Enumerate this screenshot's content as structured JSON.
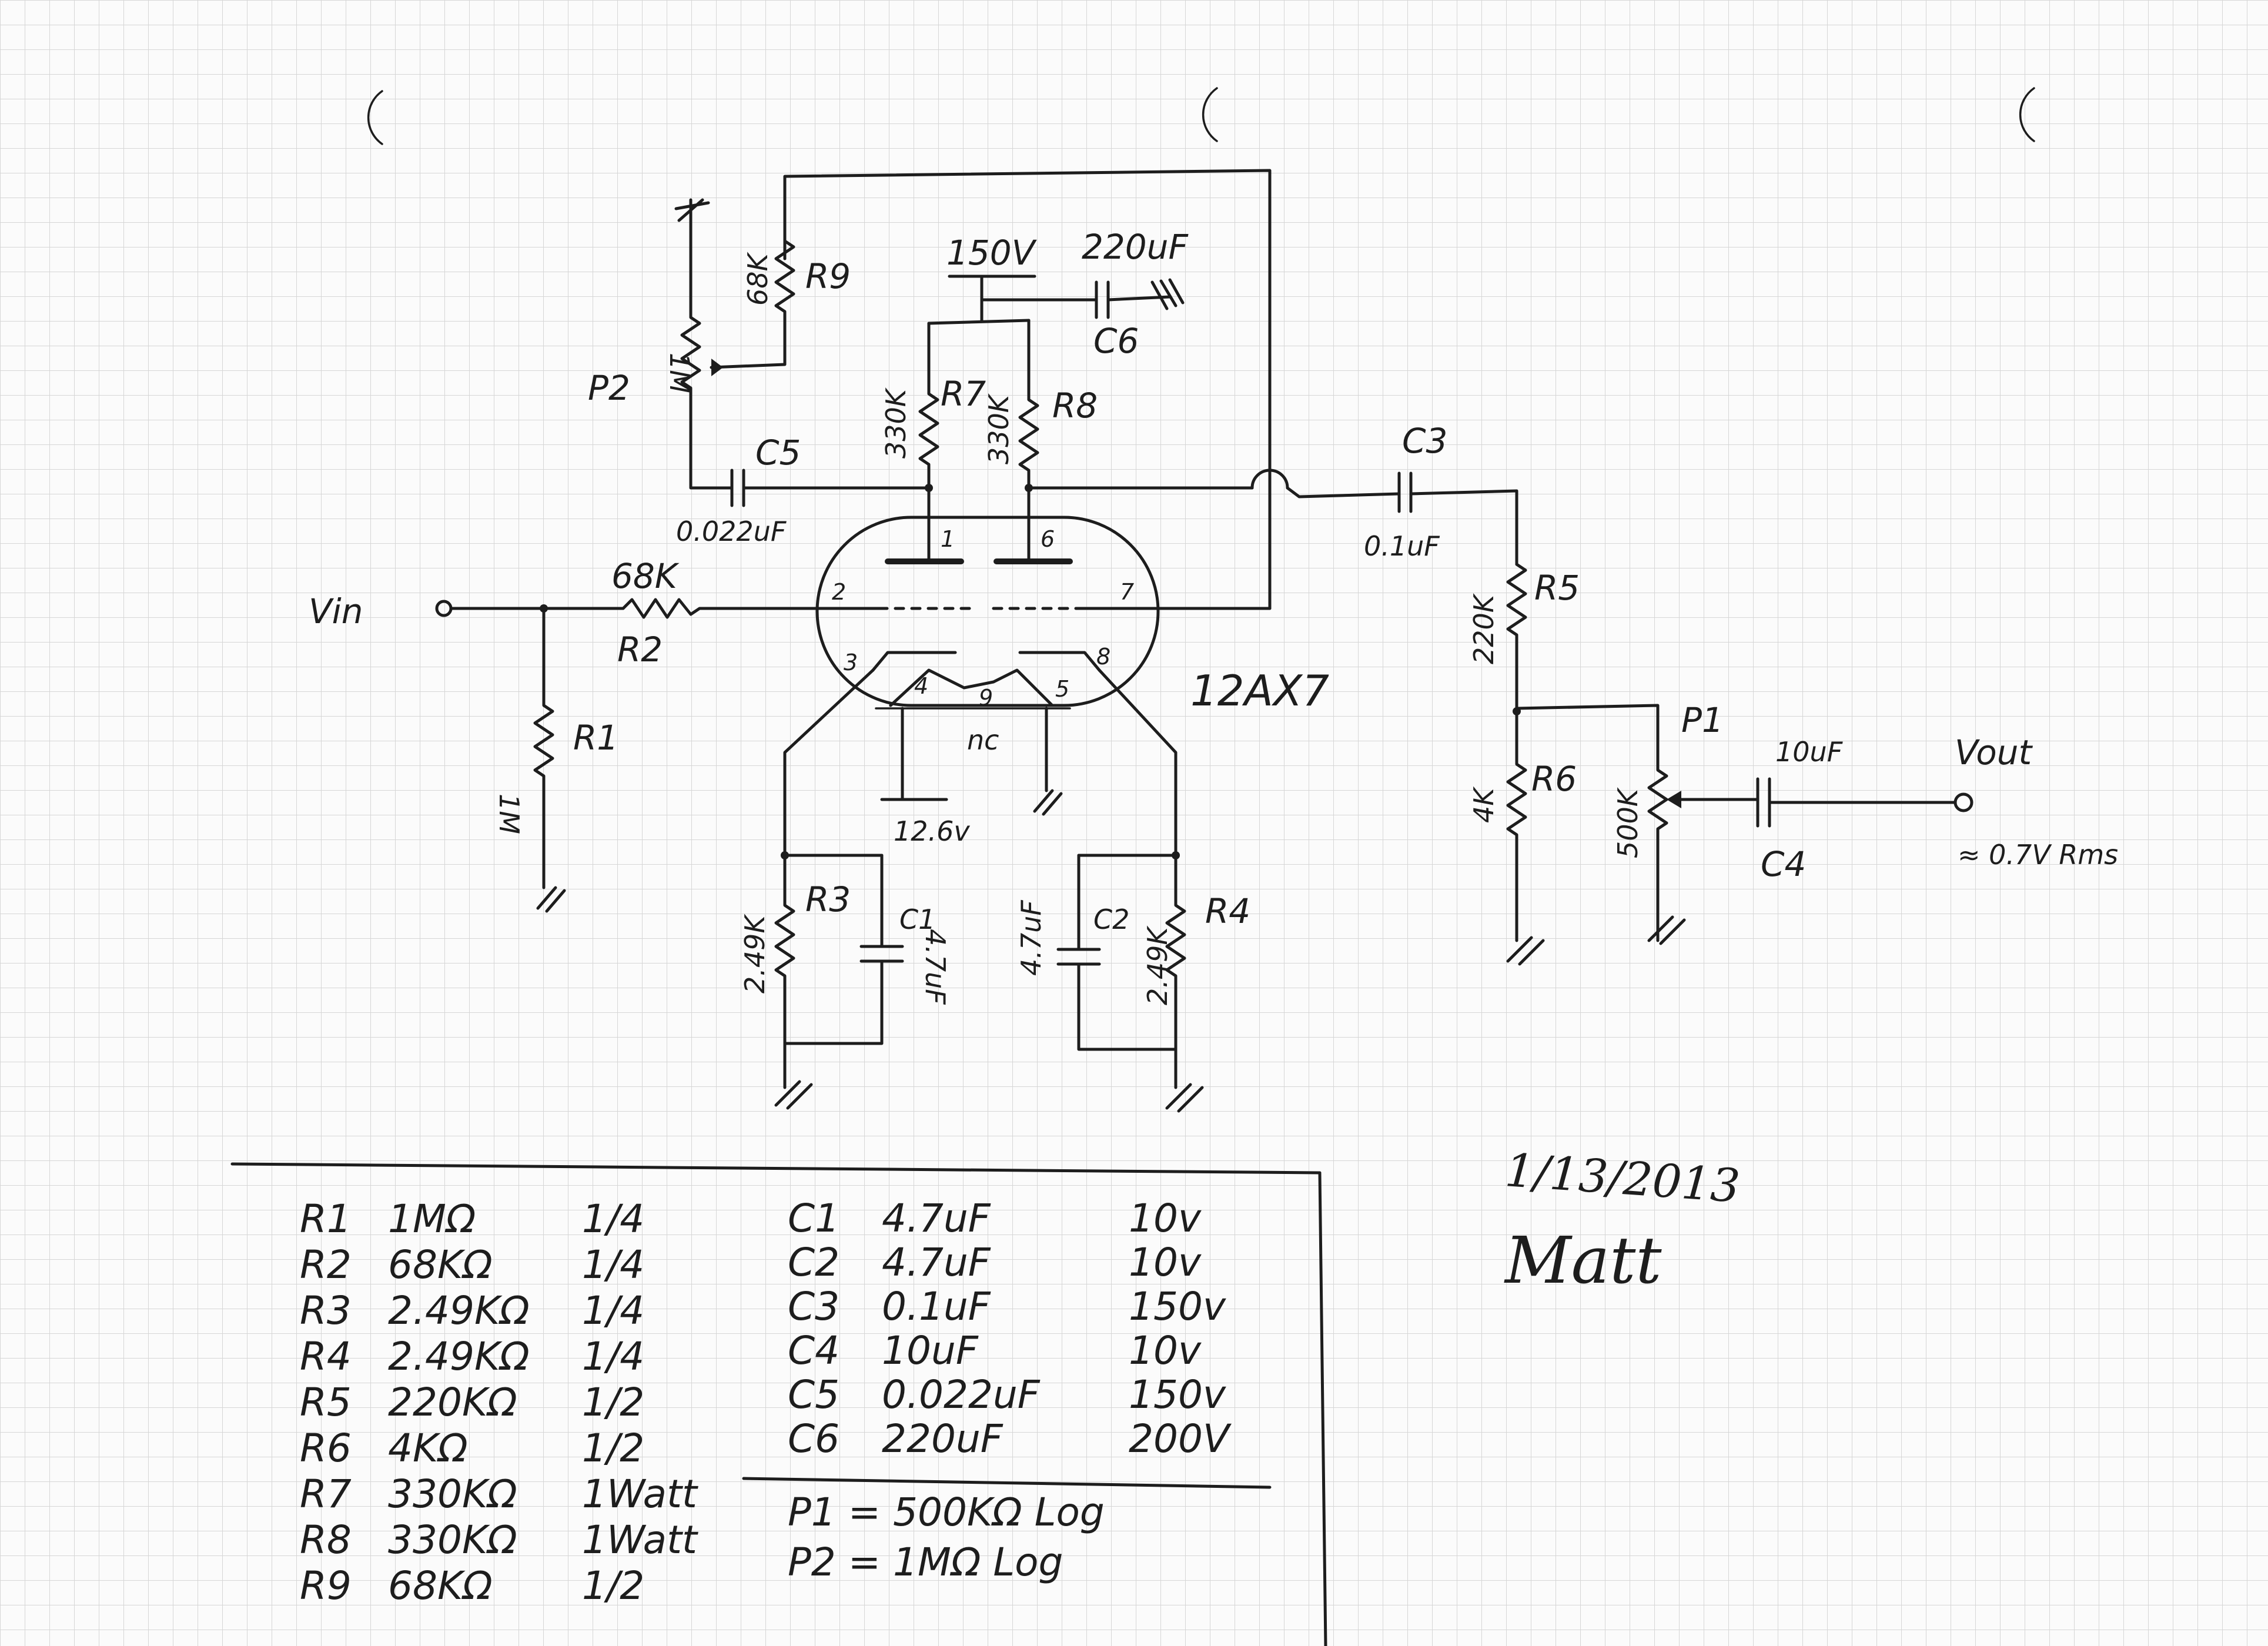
{
  "supply": {
    "voltage": "150V",
    "cap_value": "220uF",
    "cap_name": "C6"
  },
  "tube": {
    "type": "12AX7",
    "pins": [
      "1",
      "2",
      "3",
      "4",
      "5",
      "6",
      "7",
      "8",
      "9"
    ],
    "nc": "nc",
    "heater": "12.6v"
  },
  "input": {
    "label": "Vin"
  },
  "output": {
    "label": "Vout",
    "level": "≈ 0.7V Rms"
  },
  "components": {
    "R1": {
      "name": "R1",
      "value": "1M"
    },
    "R2": {
      "name": "R2",
      "value": "68K"
    },
    "R3": {
      "name": "R3",
      "value": "2.49K"
    },
    "R4": {
      "name": "R4",
      "value": "2.49K"
    },
    "R5": {
      "name": "R5",
      "value": "220K"
    },
    "R6": {
      "name": "R6",
      "value": "4K"
    },
    "R7": {
      "name": "R7",
      "value": "330K"
    },
    "R8": {
      "name": "R8",
      "value": "330K"
    },
    "R9": {
      "name": "R9",
      "value": "68K"
    },
    "C1": {
      "name": "C1",
      "value": "4.7uF"
    },
    "C2": {
      "name": "C2",
      "value": "4.7uF"
    },
    "C3": {
      "name": "C3",
      "value": "0.1uF"
    },
    "C4": {
      "name": "C4",
      "value": "10uF"
    },
    "C5": {
      "name": "C5",
      "value": "0.022uF"
    },
    "P1": {
      "name": "P1",
      "value": "500K"
    },
    "P2": {
      "name": "P2",
      "value": "1M"
    }
  },
  "parts_list": {
    "resistors": [
      {
        "ref": "R1",
        "value": "1MΩ",
        "rating": "1/4"
      },
      {
        "ref": "R2",
        "value": "68KΩ",
        "rating": "1/4"
      },
      {
        "ref": "R3",
        "value": "2.49KΩ",
        "rating": "1/4"
      },
      {
        "ref": "R4",
        "value": "2.49KΩ",
        "rating": "1/4"
      },
      {
        "ref": "R5",
        "value": "220KΩ",
        "rating": "1/2"
      },
      {
        "ref": "R6",
        "value": "4KΩ",
        "rating": "1/2"
      },
      {
        "ref": "R7",
        "value": "330KΩ",
        "rating": "1Watt"
      },
      {
        "ref": "R8",
        "value": "330KΩ",
        "rating": "1Watt"
      },
      {
        "ref": "R9",
        "value": "68KΩ",
        "rating": "1/2"
      }
    ],
    "capacitors": [
      {
        "ref": "C1",
        "value": "4.7uF",
        "rating": "10v"
      },
      {
        "ref": "C2",
        "value": "4.7uF",
        "rating": "10v"
      },
      {
        "ref": "C3",
        "value": "0.1uF",
        "rating": "150v"
      },
      {
        "ref": "C4",
        "value": "10uF",
        "rating": "10v"
      },
      {
        "ref": "C5",
        "value": "0.022uF",
        "rating": "150v"
      },
      {
        "ref": "C6",
        "value": "220uF",
        "rating": "200V"
      }
    ],
    "pots": [
      {
        "line": "P1 = 500KΩ Log"
      },
      {
        "line": "P2 = 1MΩ Log"
      }
    ]
  },
  "signature": {
    "date": "1/13/2013",
    "name": "Matt"
  },
  "colors": {
    "ink": "#1d1d1d",
    "paper": "#fbfbfb",
    "grid": "#d6d6d6"
  }
}
